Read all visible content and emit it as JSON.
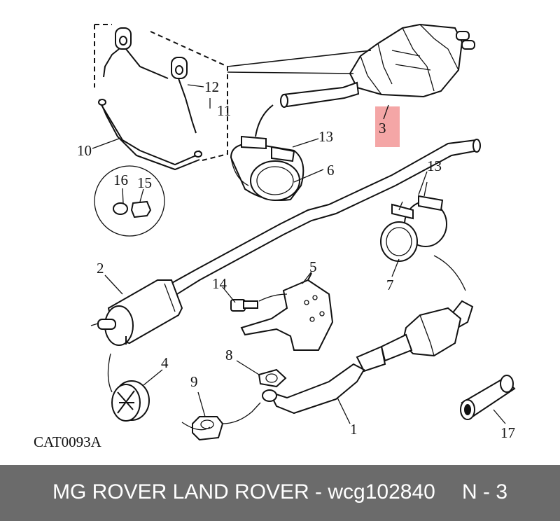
{
  "diagram": {
    "catalog_code": "CAT0093A",
    "highlight_color": "#f4a6a6",
    "callouts": {
      "c1": "1",
      "c2": "2",
      "c3": "3",
      "c4": "4",
      "c5": "5",
      "c6": "6",
      "c7": "7",
      "c8": "8",
      "c9": "9",
      "c10": "10",
      "c11": "11",
      "c12": "12",
      "c13a": "13",
      "c13b": "13",
      "c14": "14",
      "c15": "15",
      "c16": "16",
      "c17": "17"
    }
  },
  "footer": {
    "title": "MG ROVER LAND ROVER - wcg102840",
    "page": "N - 3",
    "background": "#6b6b6b"
  }
}
